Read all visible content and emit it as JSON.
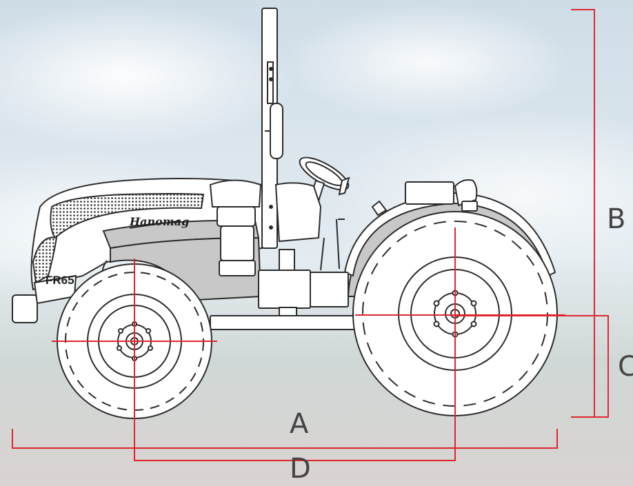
{
  "diagram": {
    "model_badge": "FR65",
    "brand_logo": "Hanomag",
    "dimension_labels": {
      "a": "A",
      "b": "B",
      "c": "C",
      "d": "D"
    },
    "colors": {
      "dimension_line": "#e0262d",
      "outline": "#2b2b2b",
      "body": "#ffffff",
      "fender": "#c8c8c8",
      "label_text": "#444444"
    }
  }
}
